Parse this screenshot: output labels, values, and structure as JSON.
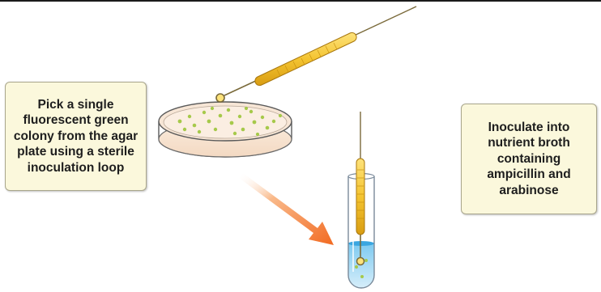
{
  "steps": {
    "pick": {
      "lines": [
        "Pick a single",
        "fluorescent green",
        "colony from the agar",
        "plate using a sterile",
        "inoculation loop"
      ]
    },
    "inoculate": {
      "lines": [
        "Inoculate into",
        "nutrient broth",
        "containing",
        "ampicillin and",
        "arabinose"
      ]
    }
  },
  "colors": {
    "callout_fill": "#fbf8dc",
    "callout_border": "#a9a68c",
    "loop_handle": "#f4c431",
    "colony": "#a6c94a",
    "broth": "#4fb3e8",
    "arrow": "#f26a21"
  },
  "icons": [
    "petri-dish-icon",
    "inoculation-loop-icon",
    "test-tube-icon",
    "arrow-icon"
  ]
}
